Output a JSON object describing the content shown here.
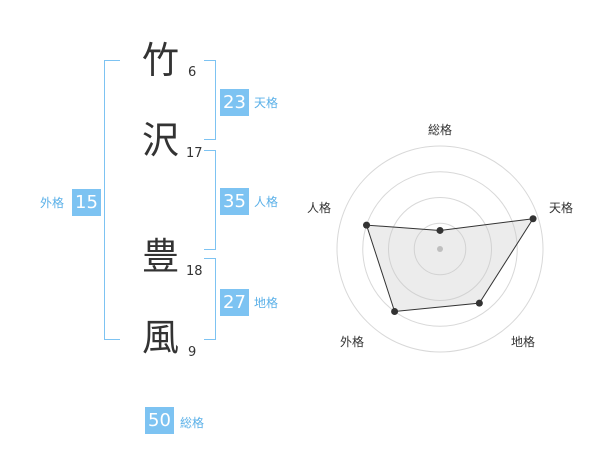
{
  "name": {
    "chars": [
      {
        "char": "竹",
        "strokes": "6"
      },
      {
        "char": "沢",
        "strokes": "17"
      },
      {
        "char": "豊",
        "strokes": "18"
      },
      {
        "char": "風",
        "strokes": "9"
      }
    ]
  },
  "fortunes": {
    "tenkaku": {
      "label": "天格",
      "value": "23"
    },
    "jinkaku": {
      "label": "人格",
      "value": "35"
    },
    "chikaku": {
      "label": "地格",
      "value": "27"
    },
    "gaikaku": {
      "label": "外格",
      "value": "15"
    },
    "soukaku": {
      "label": "総格",
      "value": "50"
    }
  },
  "colors": {
    "accent": "#7dc3f2",
    "label": "#5ab0e8",
    "text": "#333333"
  },
  "chart_data": {
    "type": "radar",
    "axes": [
      "総格",
      "天格",
      "地格",
      "外格",
      "人格"
    ],
    "values": [
      0.18,
      0.95,
      0.65,
      0.75,
      0.75
    ],
    "range": [
      0,
      1
    ],
    "rings": 4
  }
}
